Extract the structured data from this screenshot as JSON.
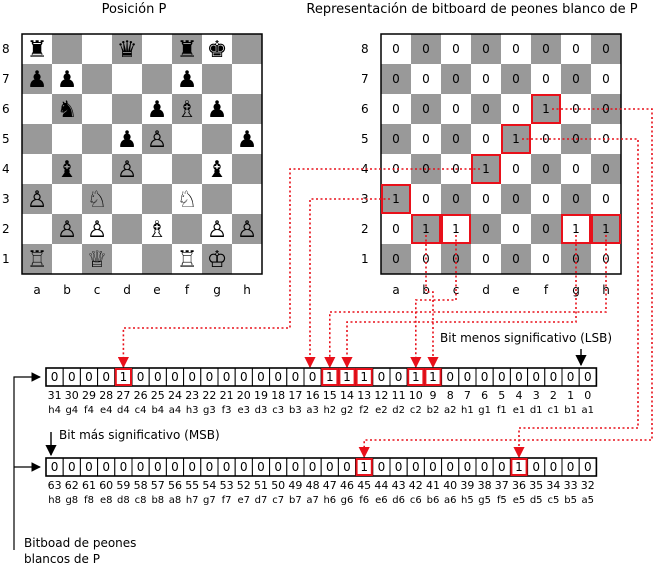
{
  "titles": {
    "position": "Posición P",
    "bitboard": "Representación de bitboard de peones blanco de P"
  },
  "files": [
    "a",
    "b",
    "c",
    "d",
    "e",
    "f",
    "g",
    "h"
  ],
  "ranks": [
    "8",
    "7",
    "6",
    "5",
    "4",
    "3",
    "2",
    "1"
  ],
  "colors": {
    "dark_square": "#999999",
    "light_square": "#ffffff",
    "highlight": "#e8101a",
    "arrow": "#e8101a"
  },
  "position_board": [
    [
      "♜",
      "",
      "",
      "♛",
      "",
      "♜",
      "♚",
      ""
    ],
    [
      "♟",
      "♟",
      "",
      "",
      "",
      "♟",
      "",
      ""
    ],
    [
      "",
      "♞",
      "",
      "",
      "♟",
      "♗",
      "♟",
      ""
    ],
    [
      "",
      "",
      "",
      "♟",
      "♙",
      "",
      "",
      "♟"
    ],
    [
      "",
      "♝",
      "",
      "♙",
      "",
      "",
      "♝",
      ""
    ],
    [
      "♙",
      "",
      "♘",
      "",
      "",
      "♘",
      "",
      ""
    ],
    [
      "",
      "♙",
      "♙",
      "",
      "♗",
      "",
      "♙",
      "♙"
    ],
    [
      "♖",
      "",
      "♕",
      "",
      "",
      "♖",
      "♔",
      ""
    ]
  ],
  "bitboard": [
    [
      "0",
      "0",
      "0",
      "0",
      "0",
      "0",
      "0",
      "0"
    ],
    [
      "0",
      "0",
      "0",
      "0",
      "0",
      "0",
      "0",
      "0"
    ],
    [
      "0",
      "0",
      "0",
      "0",
      "0",
      "1",
      "0",
      "0"
    ],
    [
      "0",
      "0",
      "0",
      "0",
      "1",
      "0",
      "0",
      "0"
    ],
    [
      "0",
      "0",
      "0",
      "1",
      "0",
      "0",
      "0",
      "0"
    ],
    [
      "1",
      "0",
      "0",
      "0",
      "0",
      "0",
      "0",
      "0"
    ],
    [
      "0",
      "1",
      "1",
      "0",
      "0",
      "0",
      "1",
      "1"
    ],
    [
      "0",
      "0",
      "0",
      "0",
      "0",
      "0",
      "0",
      "0"
    ]
  ],
  "bitboard_highlights": [
    [
      2,
      5
    ],
    [
      3,
      4
    ],
    [
      4,
      3
    ],
    [
      5,
      0
    ],
    [
      6,
      1
    ],
    [
      6,
      2
    ],
    [
      6,
      6
    ],
    [
      6,
      7
    ]
  ],
  "lsb_label": "Bit menos significativo (LSB)",
  "msb_label": "Bit más significativo (MSB)",
  "low_bits": {
    "digits": [
      "0",
      "0",
      "0",
      "0",
      "1",
      "0",
      "0",
      "0",
      "0",
      "0",
      "0",
      "0",
      "0",
      "0",
      "0",
      "0",
      "1",
      "1",
      "1",
      "0",
      "0",
      "1",
      "1",
      "0",
      "0",
      "0",
      "0",
      "0",
      "0",
      "0",
      "0",
      "0"
    ],
    "numbers": [
      "31",
      "30",
      "29",
      "28",
      "27",
      "26",
      "25",
      "24",
      "23",
      "22",
      "21",
      "20",
      "19",
      "18",
      "17",
      "16",
      "15",
      "14",
      "13",
      "12",
      "11",
      "10",
      "9",
      "8",
      "7",
      "6",
      "5",
      "4",
      "3",
      "2",
      "1",
      "0"
    ],
    "squares": [
      "h4",
      "g4",
      "f4",
      "e4",
      "d4",
      "c4",
      "b4",
      "a4",
      "h3",
      "g3",
      "f3",
      "e3",
      "d3",
      "c3",
      "b3",
      "a3",
      "h2",
      "g2",
      "f2",
      "e2",
      "d2",
      "c2",
      "b2",
      "a2",
      "h1",
      "g1",
      "f1",
      "e1",
      "d1",
      "c1",
      "b1",
      "a1"
    ],
    "highlights": [
      4,
      16,
      17,
      18,
      21,
      22
    ]
  },
  "high_bits": {
    "digits": [
      "0",
      "0",
      "0",
      "0",
      "0",
      "0",
      "0",
      "0",
      "0",
      "0",
      "0",
      "0",
      "0",
      "0",
      "0",
      "0",
      "0",
      "0",
      "1",
      "0",
      "0",
      "0",
      "0",
      "0",
      "0",
      "0",
      "0",
      "1",
      "0",
      "0",
      "0",
      "0"
    ],
    "numbers": [
      "63",
      "62",
      "61",
      "60",
      "59",
      "58",
      "57",
      "56",
      "55",
      "54",
      "53",
      "52",
      "51",
      "50",
      "49",
      "48",
      "47",
      "46",
      "45",
      "44",
      "43",
      "42",
      "41",
      "40",
      "39",
      "38",
      "37",
      "36",
      "35",
      "34",
      "33",
      "32"
    ],
    "squares": [
      "h8",
      "g8",
      "f8",
      "e8",
      "d8",
      "c8",
      "b8",
      "a8",
      "h7",
      "g7",
      "f7",
      "e7",
      "d7",
      "c7",
      "b7",
      "a7",
      "h6",
      "g6",
      "f6",
      "e6",
      "d6",
      "c6",
      "b6",
      "a6",
      "h5",
      "g5",
      "f5",
      "e5",
      "d5",
      "c5",
      "b5",
      "a5"
    ],
    "highlights": [
      18,
      27
    ]
  },
  "caption": [
    "Bitboad de peones",
    "blancos de P"
  ]
}
